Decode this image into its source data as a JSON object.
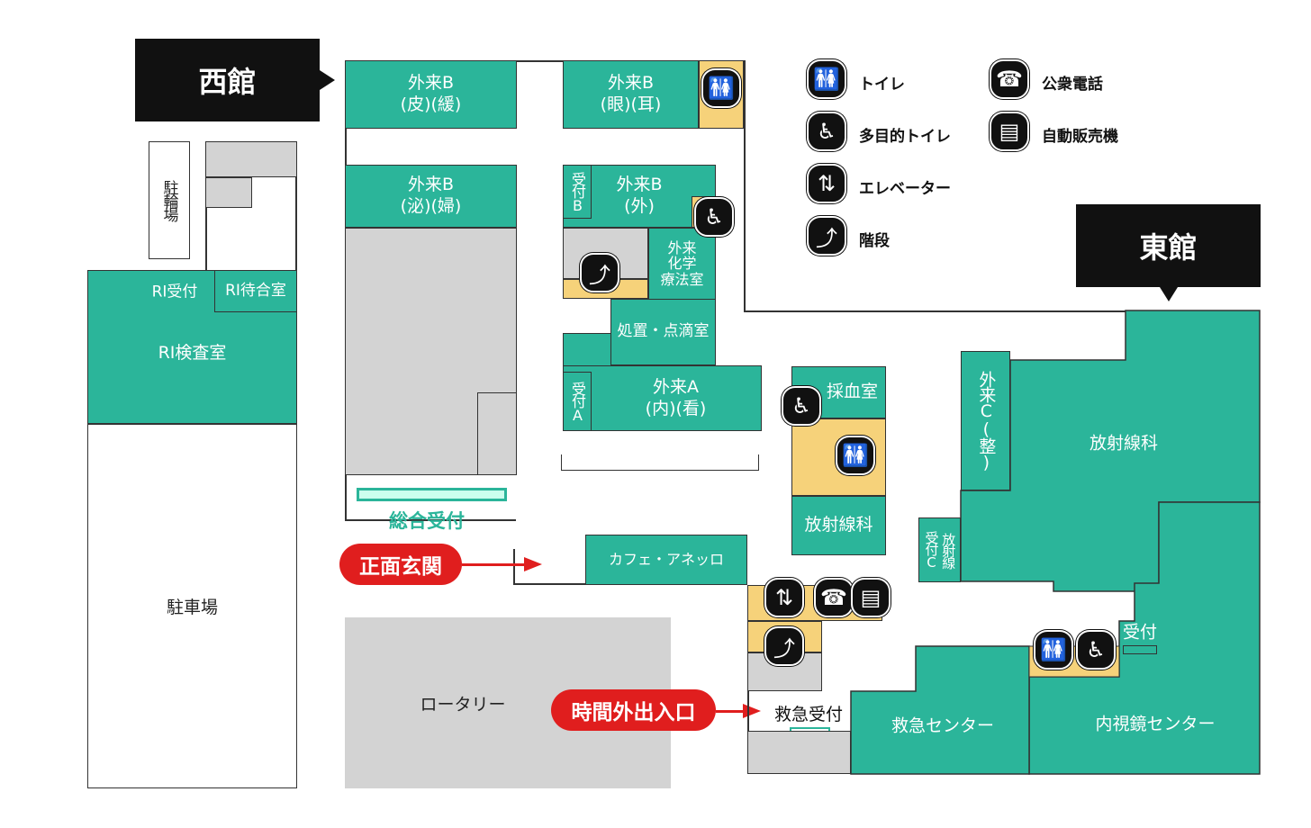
{
  "buildings": {
    "west": "西館",
    "east": "東館"
  },
  "legend": [
    {
      "icon": "toilet-icon",
      "label": "トイレ"
    },
    {
      "icon": "accessible-toilet-icon",
      "label": "多目的トイレ"
    },
    {
      "icon": "elevator-icon",
      "label": "エレベーター"
    },
    {
      "icon": "stairs-icon",
      "label": "階段"
    },
    {
      "icon": "phone-icon",
      "label": "公衆電話"
    },
    {
      "icon": "vending-machine-icon",
      "label": "自動販売機"
    }
  ],
  "rooms": {
    "bicycle": "駐輪場",
    "ri_reception": "RI受付",
    "ri_waiting": "RI待合室",
    "ri_exam": "RI検査室",
    "parking": "駐車場",
    "outB_skin": "外来B\n(皮)(緩)",
    "outB_uro": "外来B\n(泌)(婦)",
    "outB_eye": "外来B\n(眼)(耳)",
    "outB_surg": "外来B\n(外)",
    "recB": "受付B",
    "chemo": "外来\n化学\n療法室",
    "treatment": "処置・点滴室",
    "outA": "外来A\n(内)(看)",
    "recA": "受付A",
    "blood": "採血室",
    "radiology_w": "放射線科",
    "main_reception": "総合受付",
    "cafe": "カフェ・アネッロ",
    "rotary": "ロータリー",
    "er_reception": "救急受付",
    "outC": "外来C(整)",
    "recC": "受付C",
    "radiology_c": "放射線",
    "radiology_e": "放射線科",
    "er_center": "救急センター",
    "endoscopy": "内視鏡センター",
    "reception": "受付"
  },
  "entrances": {
    "main": "正面玄関",
    "after_hours": "時間外出入口"
  }
}
